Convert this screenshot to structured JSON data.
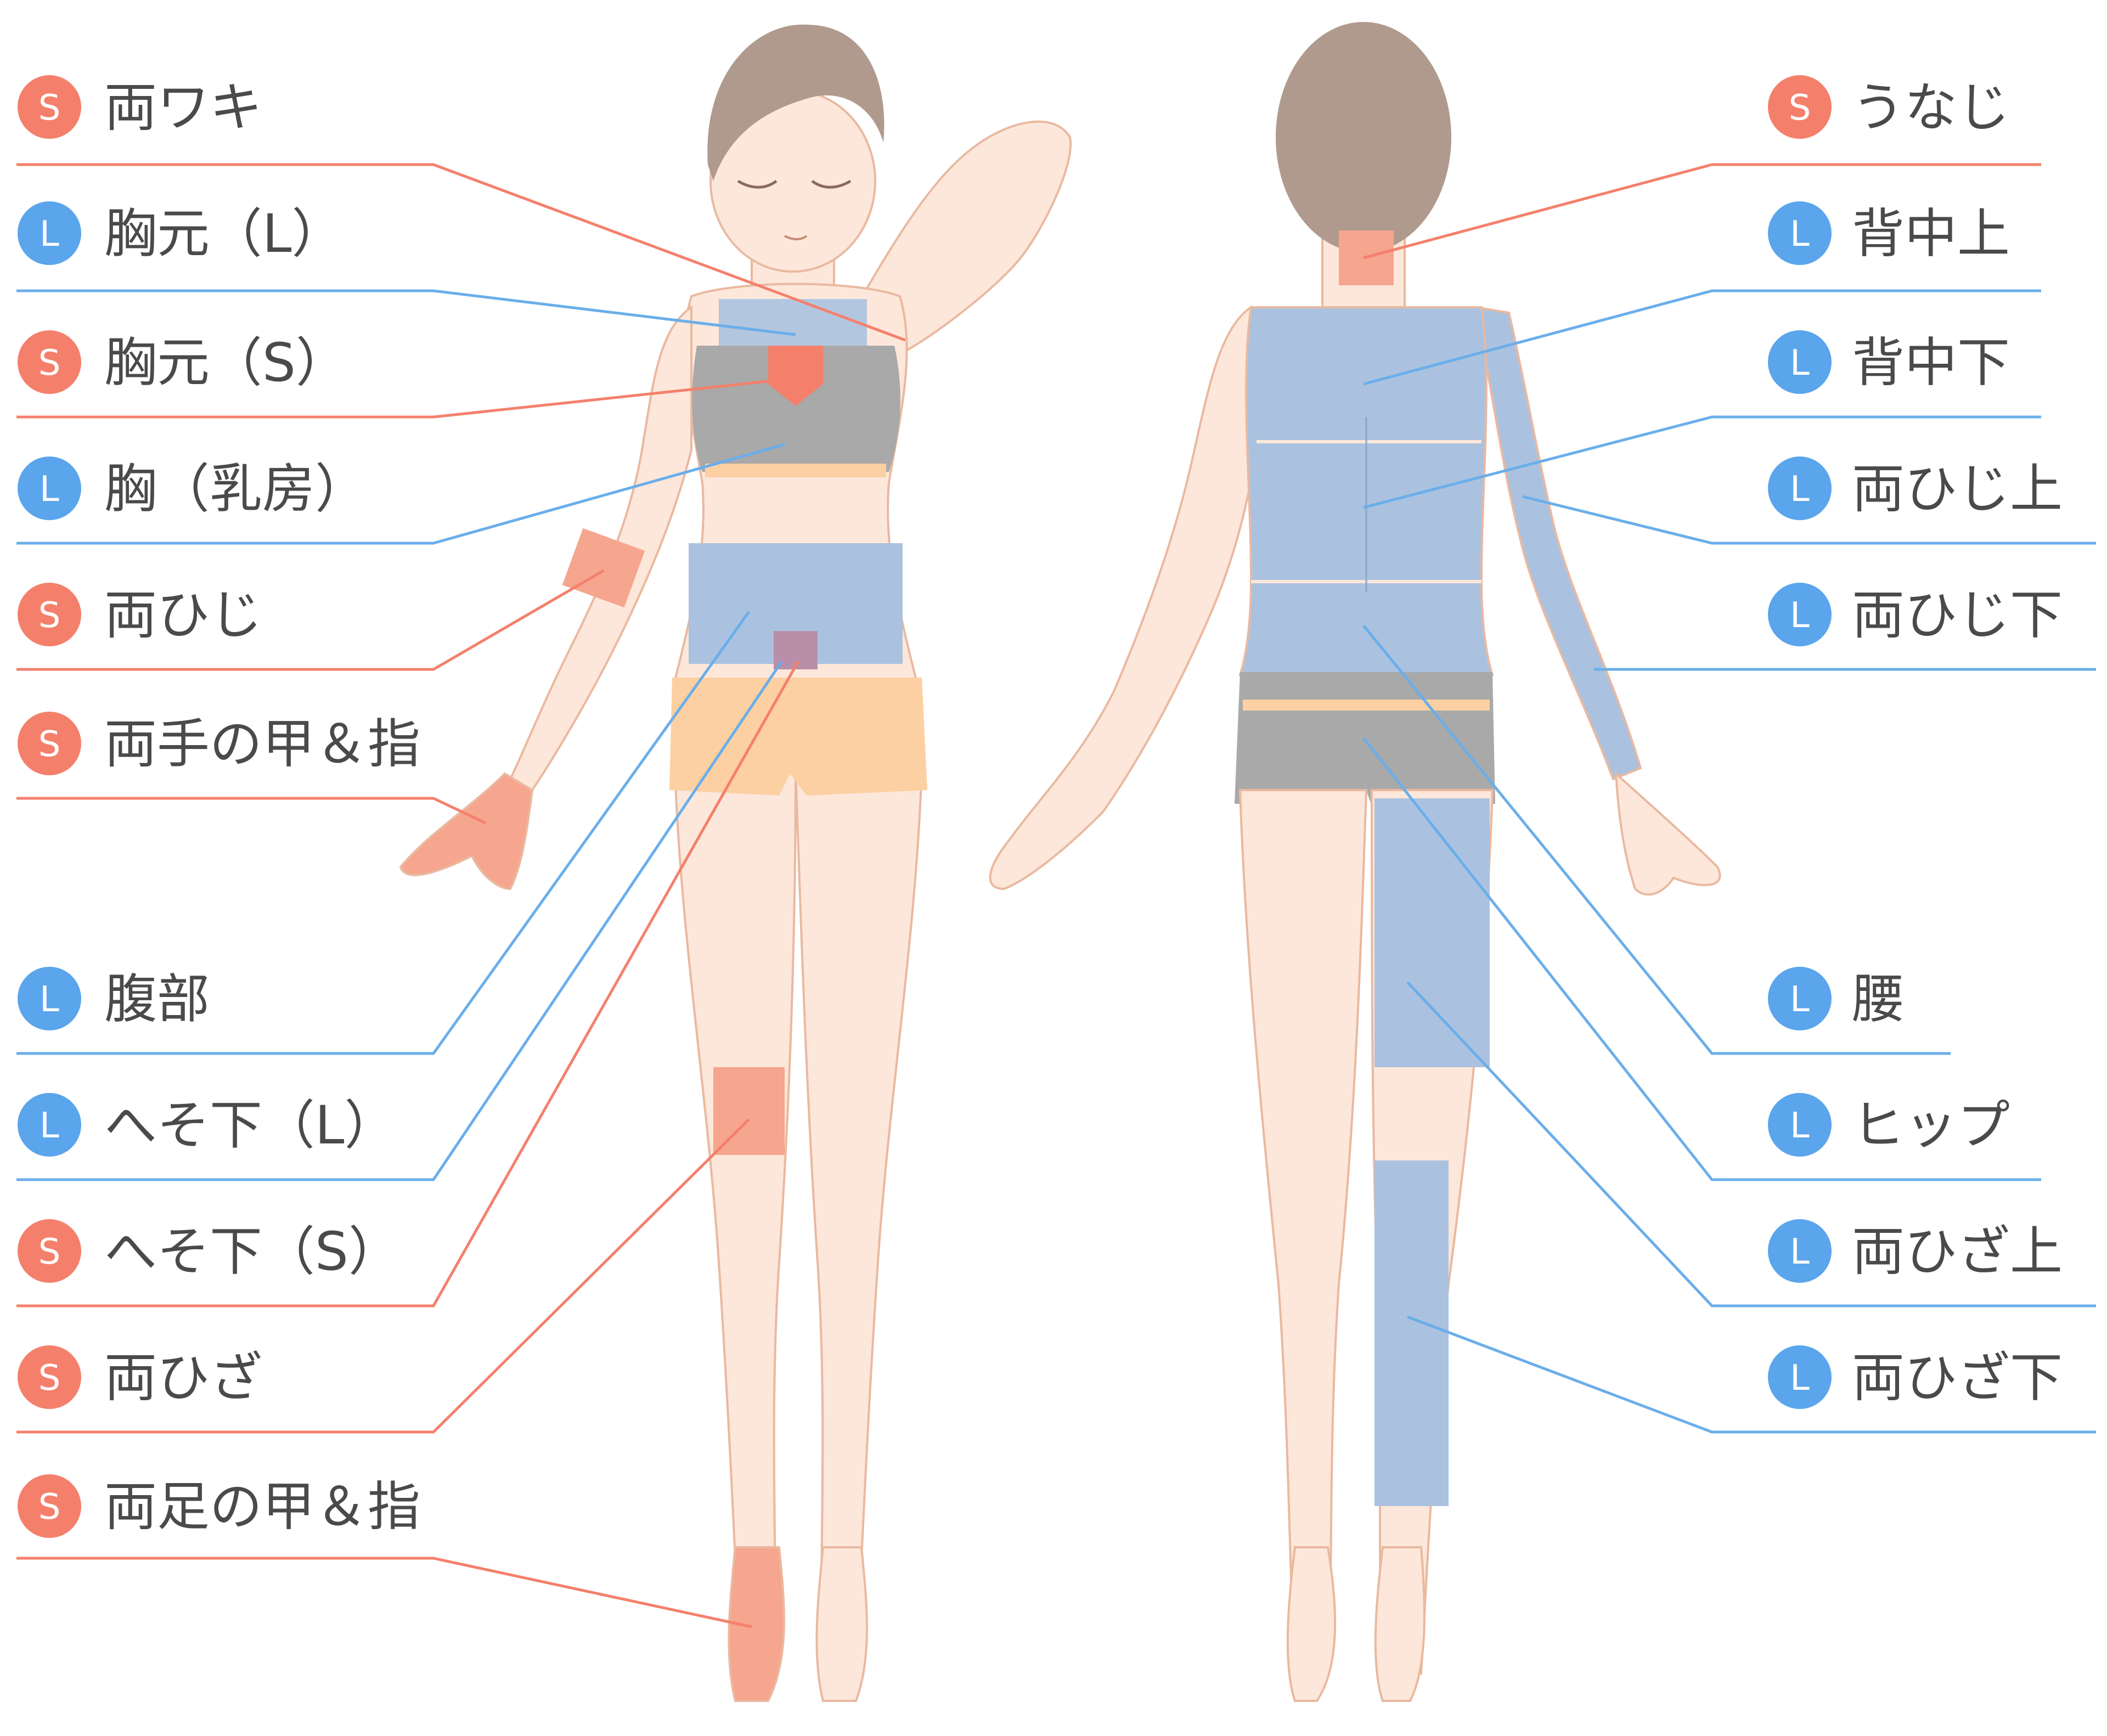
{
  "colors": {
    "s_badge": "#f4806c",
    "l_badge": "#5aa5ec",
    "s_line": "#f4806c",
    "l_line": "#6aaeea",
    "skin": "#fde7da",
    "skin_outline": "#e9b9a0",
    "hair": "#b09a8e",
    "bra": "#a9a9a9",
    "shorts_front": "#fcd0a3",
    "shorts_back": "#a9a9a9",
    "blue_zone": "#aac2df",
    "red_zone": "#f6a58e",
    "text": "#4a4a4a"
  },
  "left_labels": [
    {
      "id": "waki",
      "size": "S",
      "text": "両ワキ"
    },
    {
      "id": "munamoto-l",
      "size": "L",
      "text": "胸元（L）"
    },
    {
      "id": "munamoto-s",
      "size": "S",
      "text": "胸元（S）"
    },
    {
      "id": "mune",
      "size": "L",
      "text": "胸（乳房）"
    },
    {
      "id": "hiji",
      "size": "S",
      "text": "両ひじ"
    },
    {
      "id": "te",
      "size": "S",
      "text": "両手の甲＆指"
    },
    {
      "id": "fukubu",
      "size": "L",
      "text": "腹部"
    },
    {
      "id": "hesoshita-l",
      "size": "L",
      "text": "へそ下（L）"
    },
    {
      "id": "hesoshita-s",
      "size": "S",
      "text": "へそ下（S）"
    },
    {
      "id": "hiza",
      "size": "S",
      "text": "両ひざ"
    },
    {
      "id": "ashi",
      "size": "S",
      "text": "両足の甲＆指"
    }
  ],
  "right_labels": [
    {
      "id": "unaji",
      "size": "S",
      "text": "うなじ"
    },
    {
      "id": "senaka-ue",
      "size": "L",
      "text": "背中上"
    },
    {
      "id": "senaka-shita",
      "size": "L",
      "text": "背中下"
    },
    {
      "id": "hiji-ue",
      "size": "L",
      "text": "両ひじ上"
    },
    {
      "id": "hiji-shita",
      "size": "L",
      "text": "両ひじ下"
    },
    {
      "id": "koshi",
      "size": "L",
      "text": "腰"
    },
    {
      "id": "hippu",
      "size": "L",
      "text": "ヒップ"
    },
    {
      "id": "hiza-ue",
      "size": "L",
      "text": "両ひざ上"
    },
    {
      "id": "hiza-shita",
      "size": "L",
      "text": "両ひざ下"
    }
  ]
}
